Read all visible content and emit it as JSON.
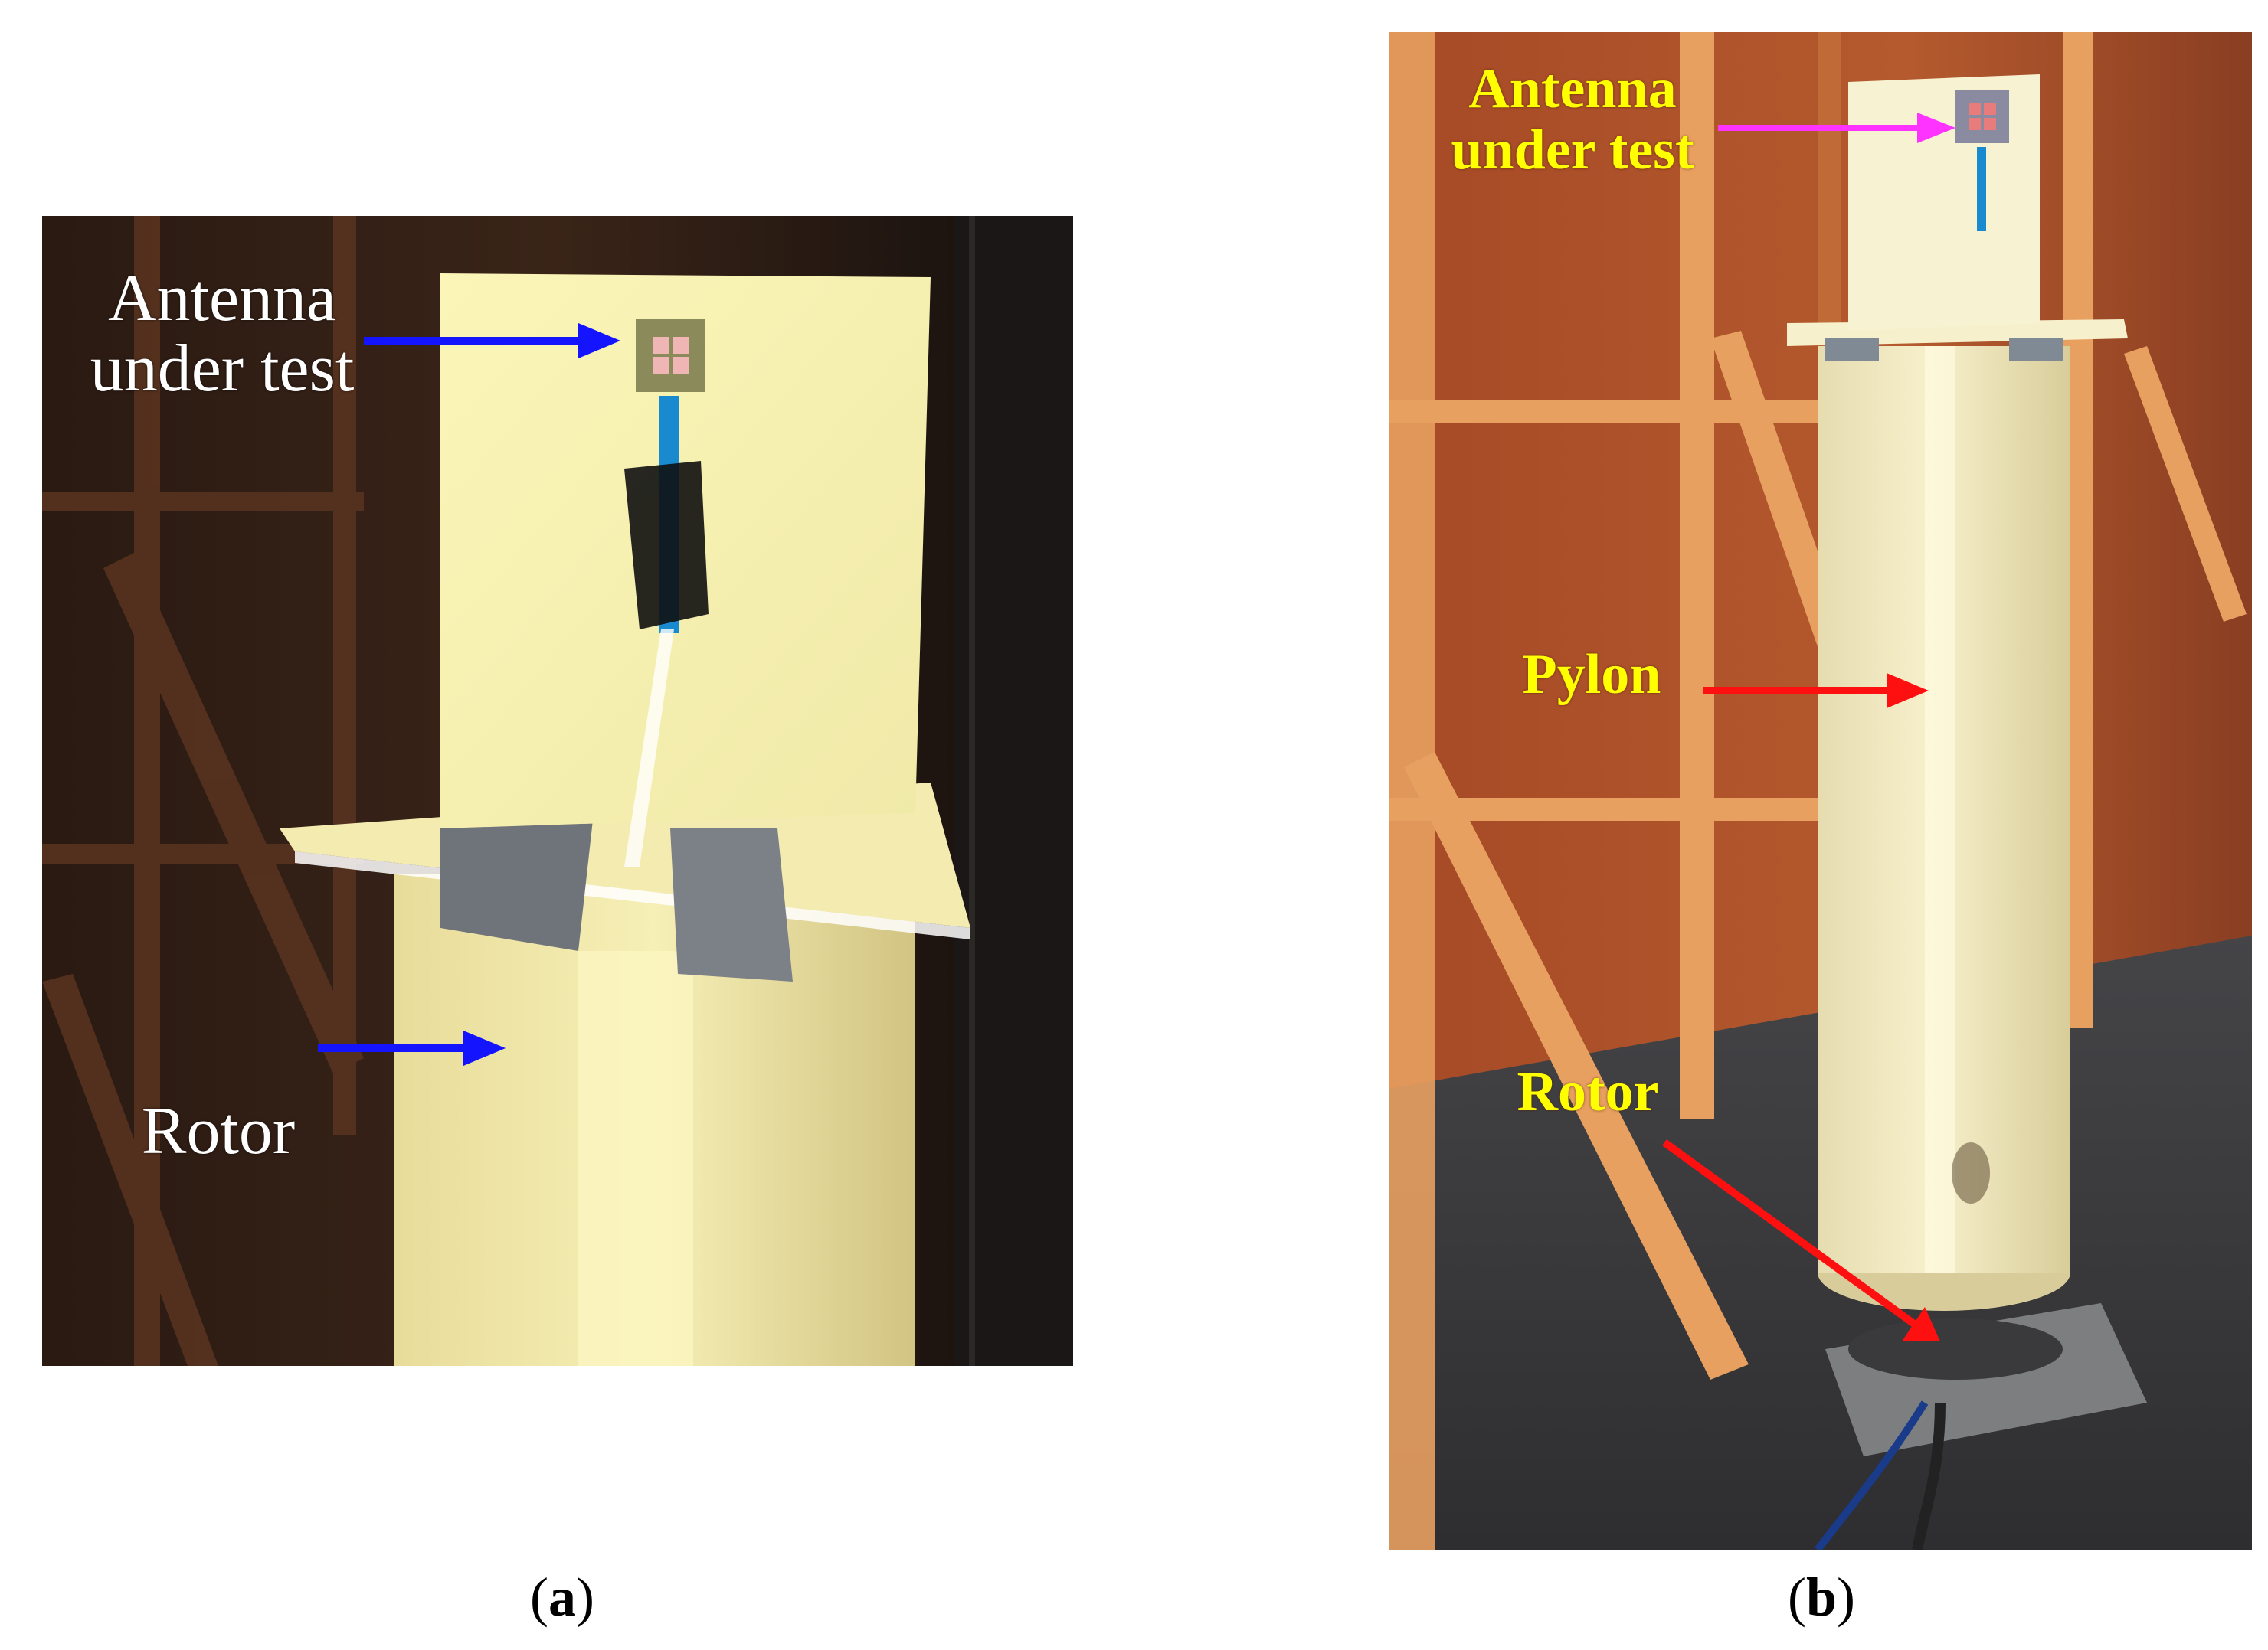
{
  "panel_a": {
    "label_antenna_line1": "Antenna",
    "label_antenna_line2": "under test",
    "label_rotor": "Rotor",
    "arrow_color": "#1414ff",
    "caption_open": "(",
    "caption_letter": "a",
    "caption_close": ")"
  },
  "panel_b": {
    "label_antenna_line1": "Antenna",
    "label_antenna_line2": "under test",
    "label_pylon": "Pylon",
    "label_rotor": "Rotor",
    "label_color": "#ffff00",
    "antenna_arrow_color": "#ff33ff",
    "arrow_color": "#ff1010",
    "caption_open": "(",
    "caption_letter": "b",
    "caption_close": ")"
  }
}
